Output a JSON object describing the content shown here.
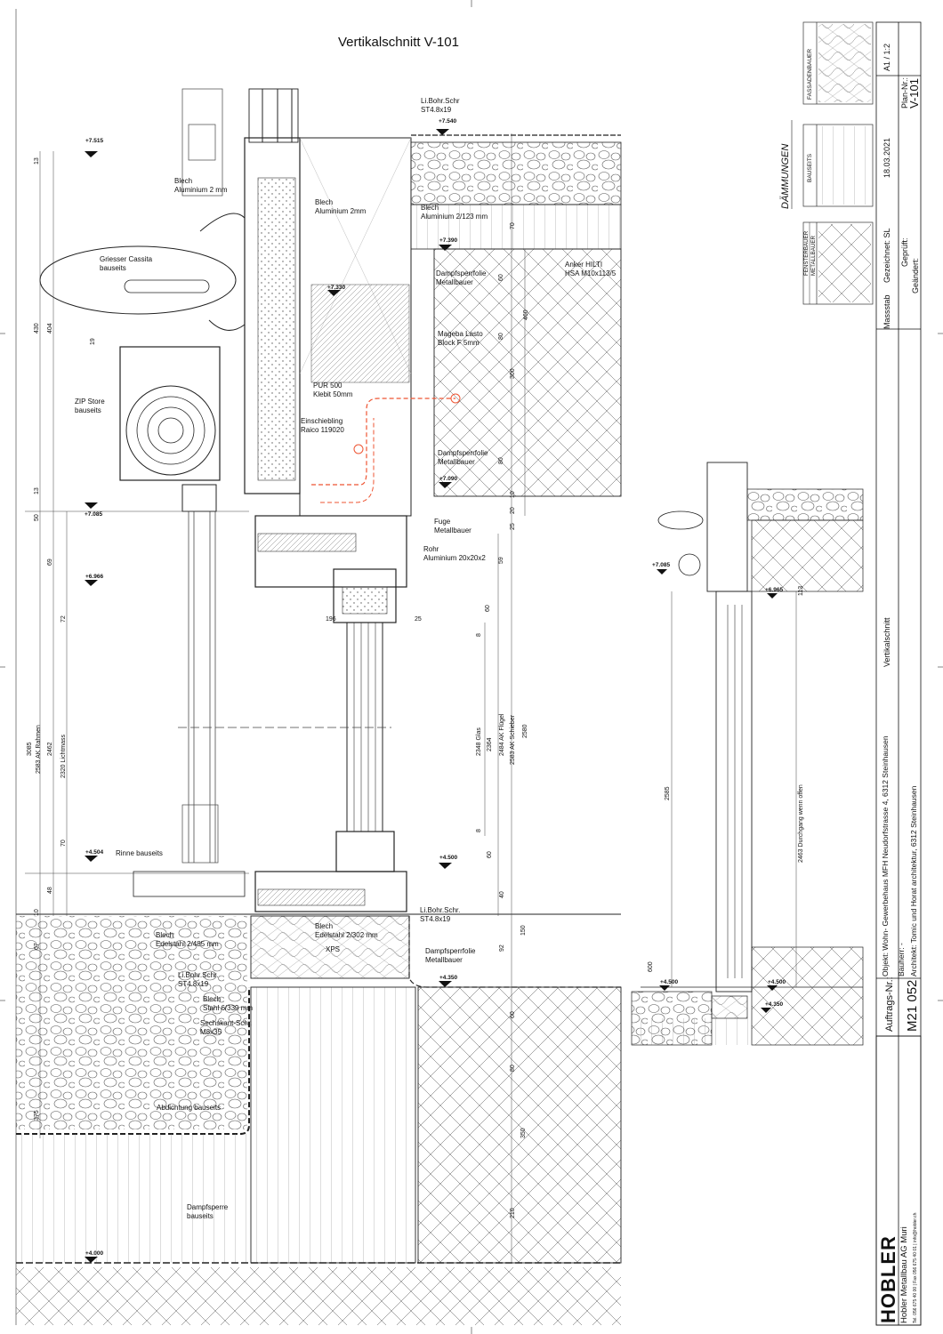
{
  "sheet_title": "Vertikalschnitt V-101",
  "levels": {
    "l7515": "+7.515",
    "l7540": "+7.540",
    "l7390": "+7.390",
    "l7330": "+7.330",
    "l7090": "+7.090",
    "l7085": "+7.085",
    "l6966": "+6.966",
    "l4504": "+4.504",
    "l4500": "+4.500",
    "l4350": "+4.350",
    "l4000": "+4.000",
    "small_l7085": "+7.085",
    "small_l6965": "+6.965",
    "small_l4500a": "+4.500",
    "small_l4500b": "+4.500",
    "small_l4350": "+4.350"
  },
  "annotations": {
    "li_bohr_top": "Li.Bohr.Schr",
    "li_bohr_top_size": "ST4.8x19",
    "blech_alu2_left": "Blech",
    "blech_alu2_left_b": "Aluminium 2 mm",
    "blech_alu2_mid": "Blech",
    "blech_alu2_mid_b": "Aluminium 2mm",
    "blech_alu2_123": "Blech",
    "blech_alu2_123_b": "Aluminium 2/123 mm",
    "griesser": "Griesser Cassita",
    "griesser_b": "bauseits",
    "dampf_top": "Dampfsperrfolie",
    "dampf_top_b": "Metallbauer",
    "anker": "Anker HILTI",
    "anker_b": "HSA M10x113/5",
    "mageba": "Mageba Lasto",
    "mageba_b": "Block F 5mm",
    "pur": "PUR 500",
    "pur_b": "Klebit 50mm",
    "zip": "ZIP Store",
    "zip_b": "bauseits",
    "einschiebling": "Einschiebling",
    "einschiebling_b": "Raico 119020",
    "dampf_mid": "Dampfsperrfolie",
    "dampf_mid_b": "Metallbauer",
    "fuge": "Fuge",
    "fuge_b": "Metallbauer",
    "rohr": "Rohr",
    "rohr_b": "Aluminium 20x20x2",
    "rinne": "Rinne bauseits",
    "li_bohr_low": "Li.Bohr.Schr.",
    "li_bohr_low_b": "ST4.8x19",
    "blech_edel_485": "Blech",
    "blech_edel_485_b": "Edelstahl 2/485 mm",
    "blech_edel_302": "Blech",
    "blech_edel_302_b": "Edelstahl 2/302 mm",
    "xps": "XPS",
    "dampf_low": "Dampfsperrfolie",
    "dampf_low_b": "Metallbauer",
    "li_bohr_left": "Li.Bohr.Schr.",
    "li_bohr_left_b": "ST4.8x19",
    "blech_stahl": "Blech",
    "blech_stahl_b": "Stahl 6/339 mm",
    "sechskant": "Sechskant-Schr.",
    "sechskant_b": "M8x35",
    "abdichtung": "Abdichtung bauseits",
    "dampfsperre": "Dampfsperre",
    "dampfsperre_b": "bauseits",
    "durchgang": "2463 Durchgang wenn offen"
  },
  "dimensions": {
    "d430": "430",
    "d404": "404",
    "d13a": "13",
    "d19": "19",
    "d13b": "13",
    "d50": "50",
    "d69": "69",
    "d72": "72",
    "d3085": "3085",
    "d2583r": "2583 AK Rahmen",
    "d2462": "2462",
    "d2320": "2320 Lichtmass",
    "d70l": "70",
    "d48": "48",
    "d10": "10",
    "d67": "67",
    "d375": "375",
    "d70r": "70",
    "d60a": "60",
    "d460": "460",
    "d80a": "80",
    "d300": "300",
    "d80b": "80",
    "d10r": "10",
    "d20": "20",
    "d25": "25",
    "d59": "59",
    "d196": "196",
    "d25b": "25",
    "d60b": "60",
    "d8a": "8",
    "d2348": "2348 Glas",
    "d2364": "2364",
    "d2484": "2484 AK Flügel",
    "d2583s": "2583 AK Schieber",
    "d2580": "2580",
    "d8b": "8",
    "d60c": "60",
    "d40": "40",
    "d92": "92",
    "d150": "150",
    "d60d": "60",
    "d80c": "80",
    "d350": "350",
    "d210": "210",
    "d2585": "2585",
    "d113": "113",
    "d600": "600"
  },
  "legend": {
    "fassadenbauer": "FASSADENBAUER",
    "fensterbauer": "FENSTERBAUER",
    "metallbauer": "METALLBAUER",
    "bauseits": "BAUSEITS",
    "daemmungen": "DÄMMUNGEN"
  },
  "title_block": {
    "format": "A1 / 1:2",
    "plan_nr_label": "Plan-Nr.:",
    "plan_nr": "V-101",
    "massstab": "Massstab",
    "gezeichnet": "Gezeichnet: SL",
    "date": "18.03.2021",
    "geprueft": "Geprüft:",
    "geaendert": "Geändert:",
    "section_type": "Vertikalschnitt",
    "objekt": "Objekt:   Wohn- Gewerbehaus MFH Neudorfstrasse 4, 6312 Steinhausen",
    "bauherr": "Bauherr:   -",
    "architekt": "Architekt:  Tomic und Horat architektur, 6312 Steinhausen",
    "auftrag_label": "Auftrags-Nr.:",
    "auftrag_nr": "M21 052",
    "logo": "HOBLER",
    "company": "Hobler Metallbau AG Muri",
    "company_contact": "Tel. 056 675 40 00 | Fax 056 675 40 01 | info@hobler.ch"
  }
}
